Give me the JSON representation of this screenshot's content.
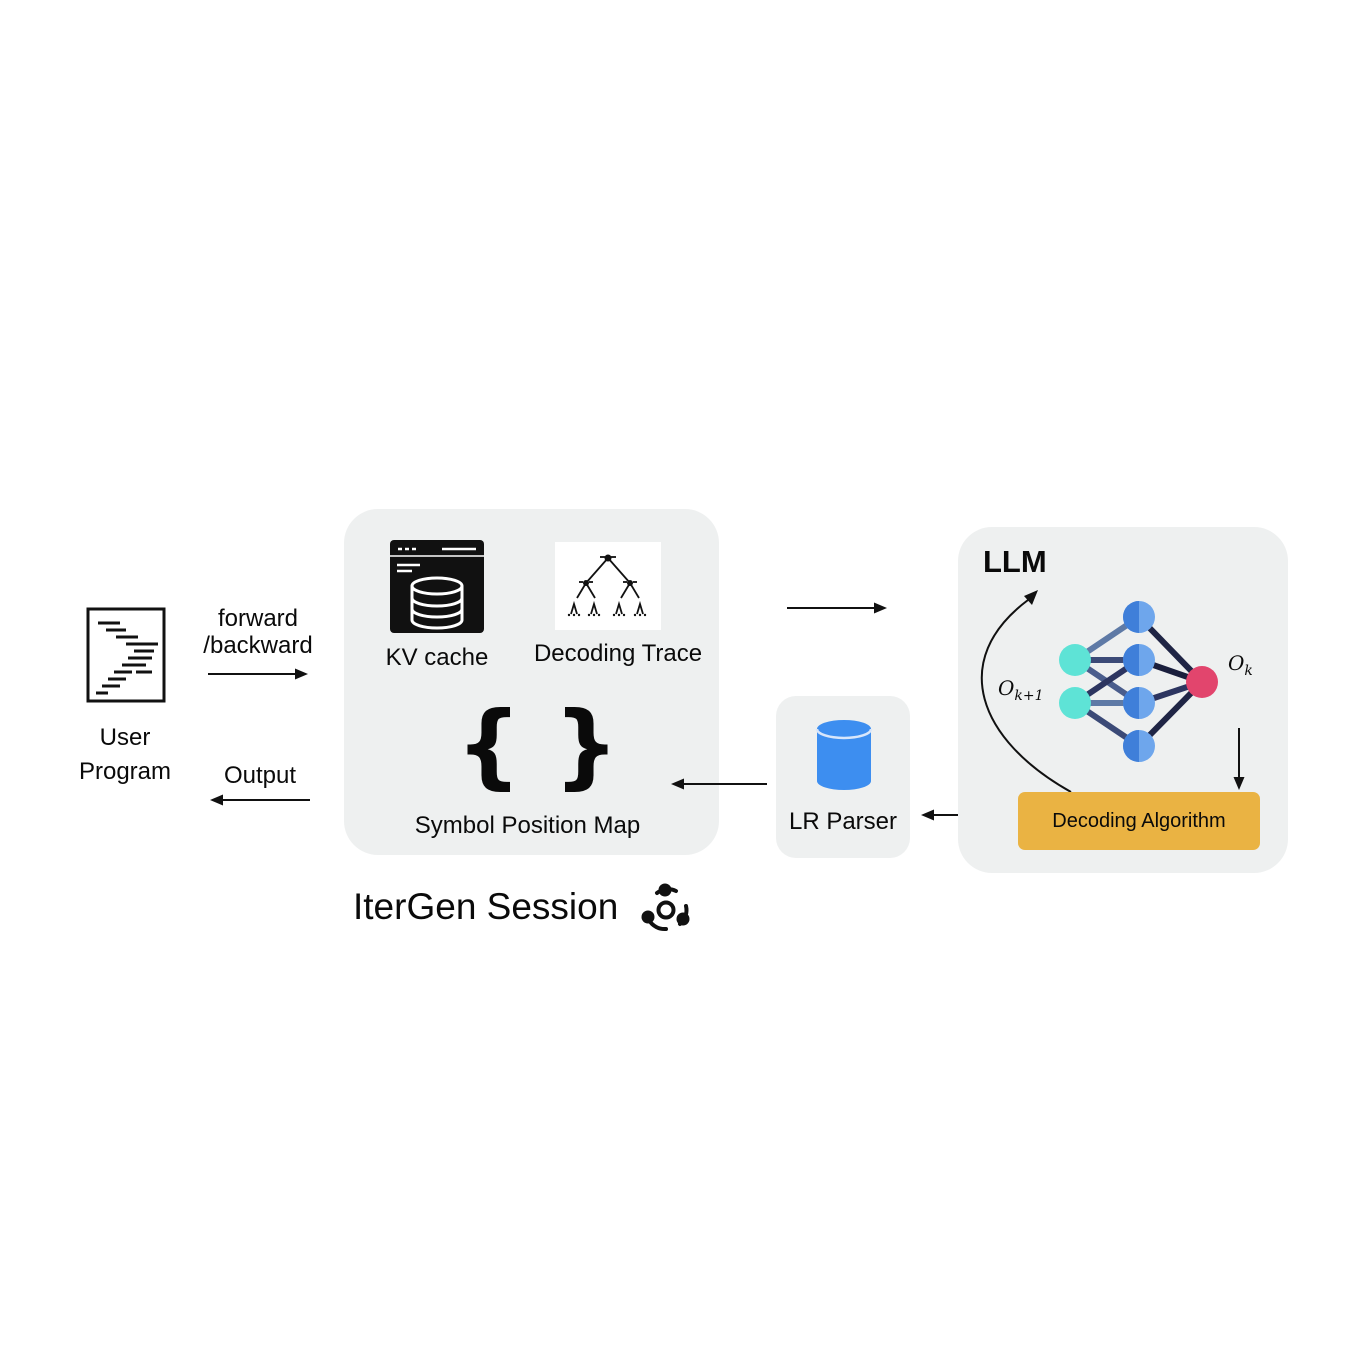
{
  "user_program": {
    "label_line1": "User",
    "label_line2": "Program"
  },
  "arrows": {
    "forward_line1": "forward",
    "forward_line2": "/backward",
    "output": "Output"
  },
  "session": {
    "kv_cache": "KV cache",
    "decoding_trace": "Decoding Trace",
    "symbol_map_glyph": "{ }",
    "symbol_map": "Symbol Position Map",
    "title": "IterGen Session"
  },
  "parser": {
    "label": "LR Parser"
  },
  "llm": {
    "title": "LLM",
    "output_label_base": "O",
    "output_label_sub": "k",
    "next_label_base": "O",
    "next_label_sub": "k+1",
    "decoding_algorithm": "Decoding Algorithm"
  },
  "colors": {
    "panel": "#eef0f0",
    "algorithm_box": "#eab343",
    "cylinder": "#3d8ef0",
    "input_node": "#5ee3d6",
    "hidden_node": "#4d8de2",
    "output_node": "#e2456d"
  },
  "icons": {
    "program": "code-file-icon",
    "kv_cache": "database-window-icon",
    "trace": "tree-icon",
    "parser": "cylinder-icon",
    "network": "neural-network-icon",
    "session": "share-nodes-icon"
  }
}
